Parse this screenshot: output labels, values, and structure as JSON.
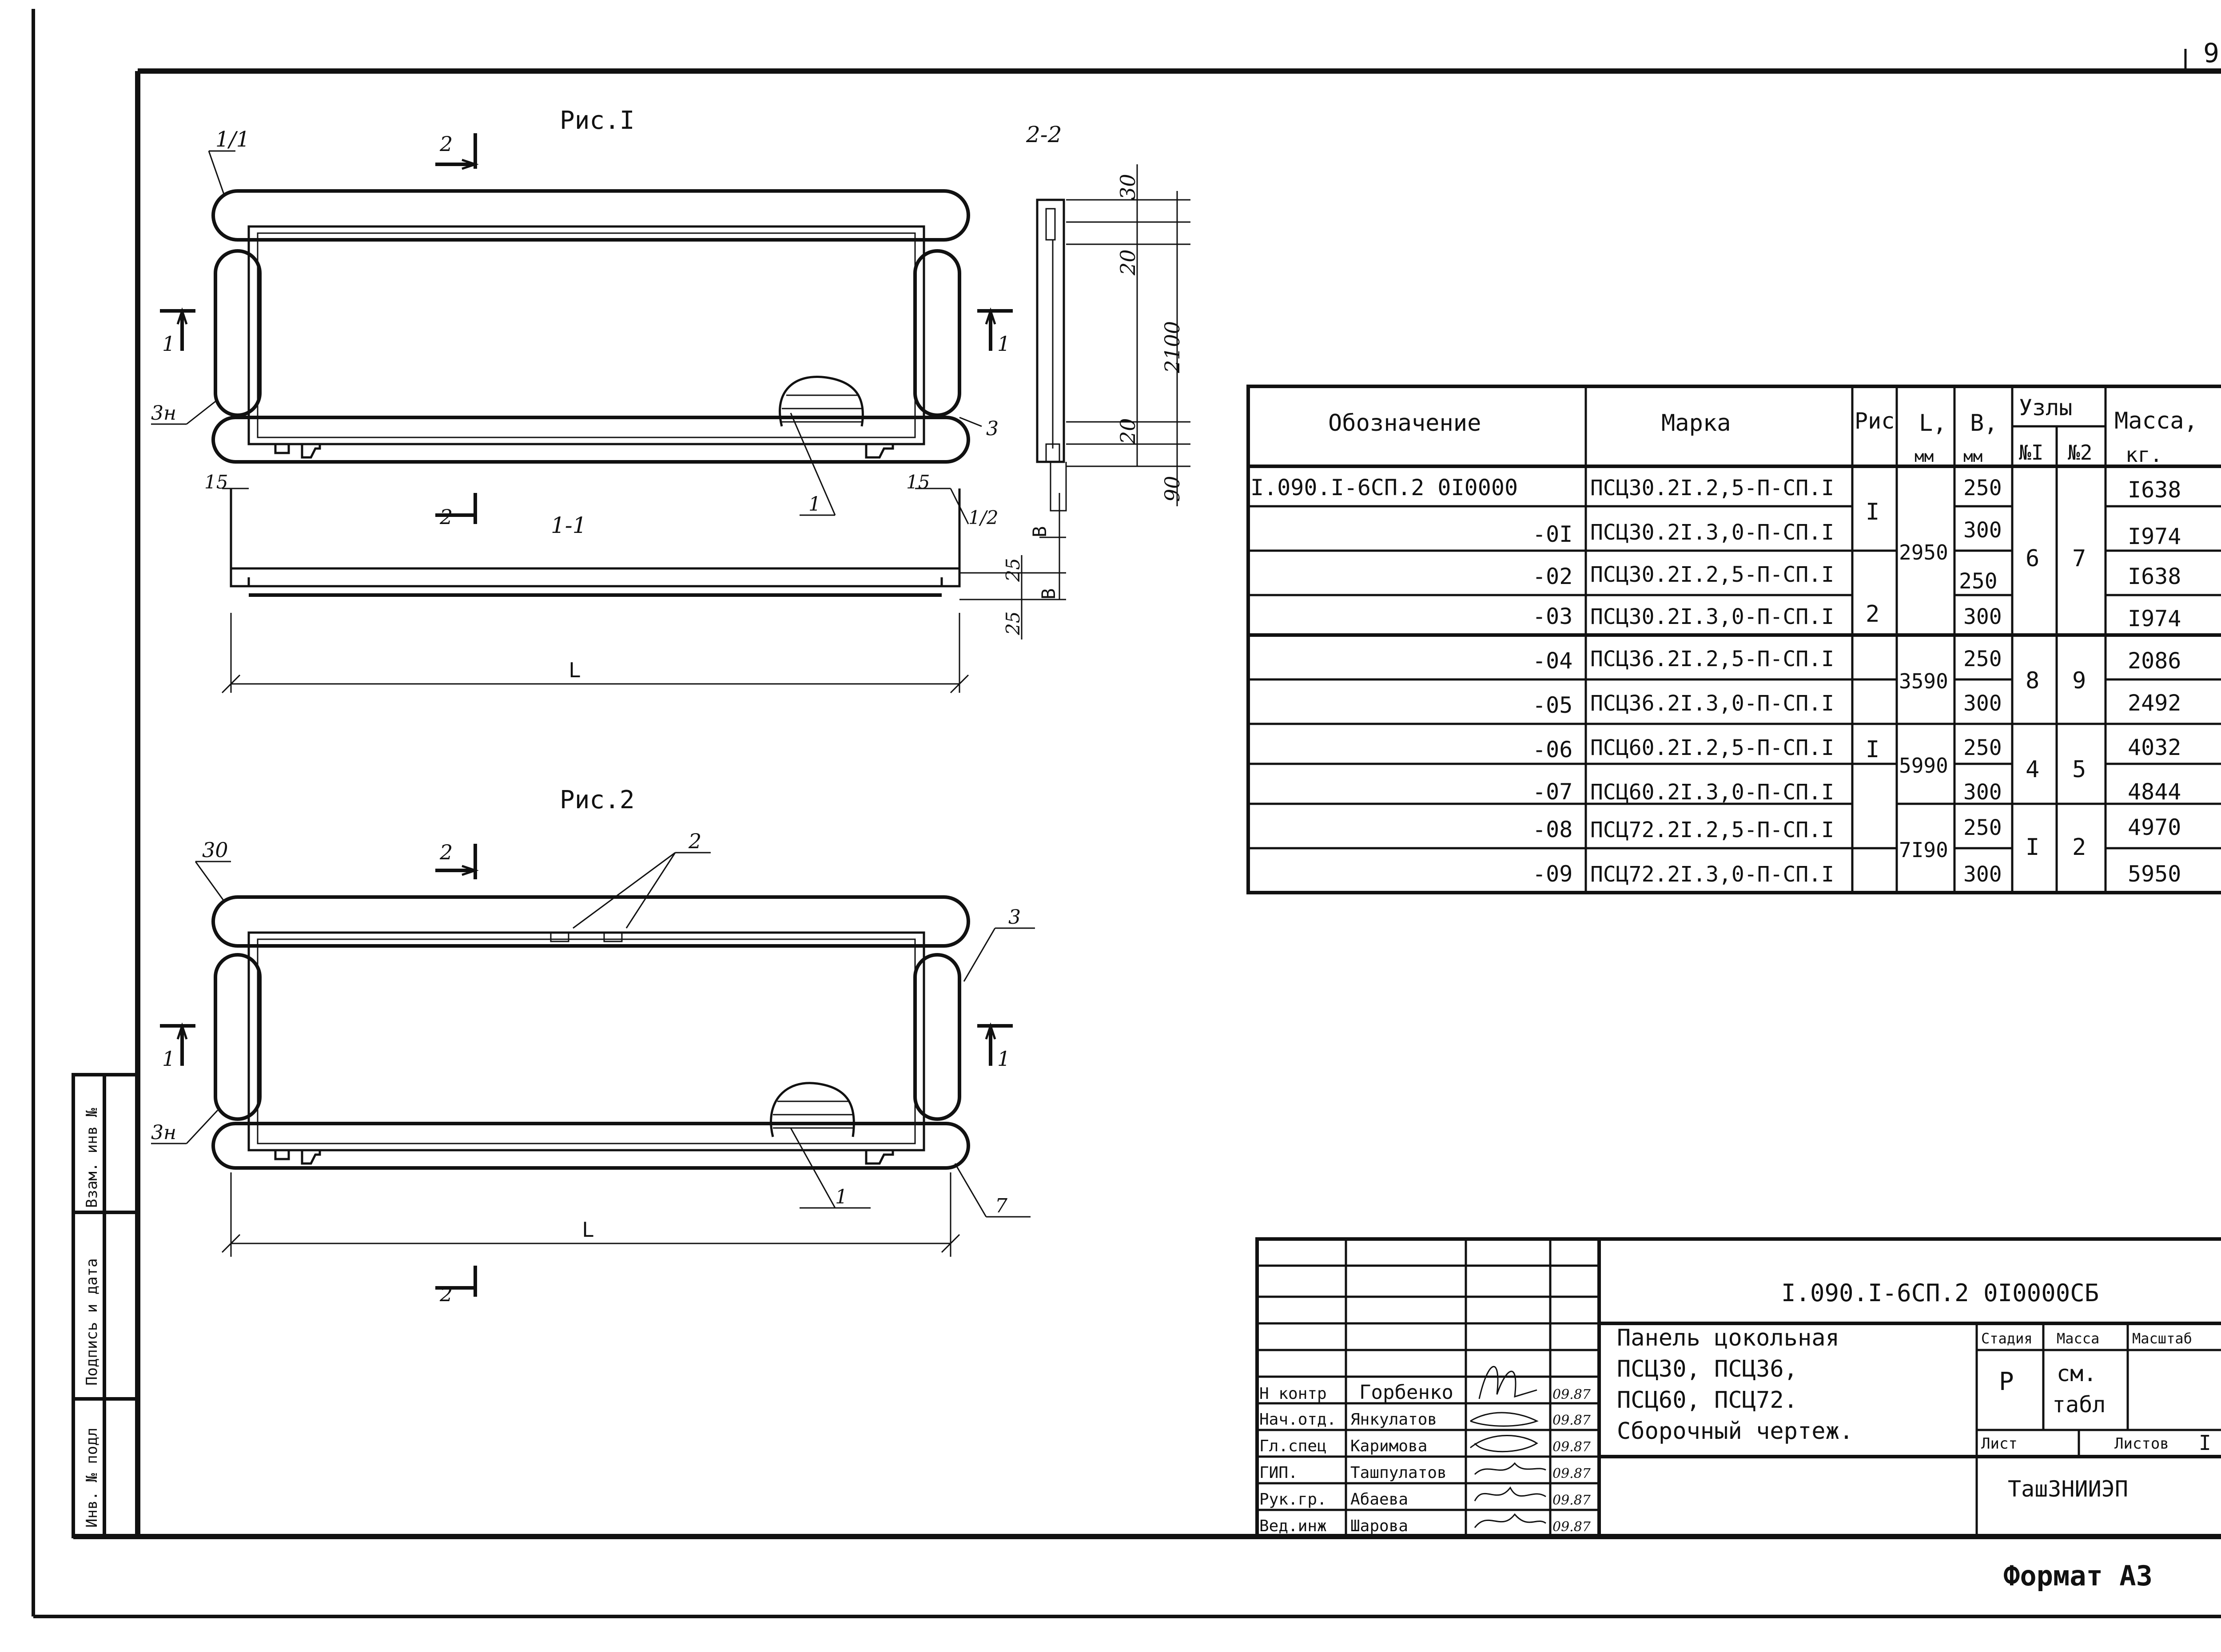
{
  "page_number": "9",
  "format_label": "Формат А3",
  "figures": {
    "fig1_title": "Рис.I",
    "fig2_title": "Рис.2",
    "section_22": "2-2",
    "section_11": "1-1",
    "section_mark_1": "1",
    "section_mark_2": "2",
    "fig1_labels": {
      "top_left": "1/1",
      "left": "3н",
      "right": "3",
      "bottom": "1",
      "small_right": "1/2"
    },
    "fig2_labels": {
      "top_left": "30",
      "top_mid": "2",
      "left": "3н",
      "right": "3",
      "bottom": "1",
      "bottom_right": "7"
    },
    "dim_L": "L",
    "dim_B": "B",
    "dims_22": [
      "30",
      "20",
      "2100",
      "20",
      "90"
    ],
    "dims_11": [
      "15",
      "15",
      "25",
      "25"
    ]
  },
  "table": {
    "headers": {
      "designation": "Обозначение",
      "mark": "Марка",
      "fig": "Рис",
      "L": "L,",
      "L_unit": "мм",
      "B": "B,",
      "B_unit": "мм",
      "nodes": "Узлы",
      "node1": "№I",
      "node2": "№2",
      "mass": "Масса,",
      "mass_unit": "кг."
    },
    "rows": [
      {
        "designation": "I.090.I-6СП.2  0I0000",
        "mark": "ПСЦ30.2I.2,5-П-СП.I",
        "B": "250",
        "mass": "I638"
      },
      {
        "designation": "-0I",
        "mark": "ПСЦ30.2I.3,0-П-СП.I",
        "B": "300",
        "mass": "I974"
      },
      {
        "designation": "-02",
        "mark": "ПСЦ30.2I.2,5-П-СП.I",
        "B": "250",
        "mass": "I638"
      },
      {
        "designation": "-03",
        "mark": "ПСЦ30.2I.3,0-П-СП.I",
        "B": "300",
        "mass": "I974"
      },
      {
        "designation": "-04",
        "mark": "ПСЦ36.2I.2,5-П-СП.I",
        "B": "250",
        "mass": "2086"
      },
      {
        "designation": "-05",
        "mark": "ПСЦ36.2I.3,0-П-СП.I",
        "B": "300",
        "mass": "2492"
      },
      {
        "designation": "-06",
        "mark": "ПСЦ60.2I.2,5-П-СП.I",
        "B": "250",
        "mass": "4032"
      },
      {
        "designation": "-07",
        "mark": "ПСЦ60.2I.3,0-П-СП.I",
        "B": "300",
        "mass": "4844"
      },
      {
        "designation": "-08",
        "mark": "ПСЦ72.2I.2,5-П-СП.I",
        "B": "250",
        "mass": "4970"
      },
      {
        "designation": "-09",
        "mark": "ПСЦ72.2I.3,0-П-СП.I",
        "B": "300",
        "mass": "5950"
      }
    ],
    "fig_groups": [
      "I",
      "2",
      "I"
    ],
    "L_groups": [
      "2950",
      "3590",
      "5990",
      "7I90"
    ],
    "node1_groups": [
      "6",
      "8",
      "4",
      "I"
    ],
    "node2_groups": [
      "7",
      "9",
      "5",
      "2"
    ]
  },
  "title_block": {
    "doc_code": "I.090.I-6СП.2  0I0000СБ",
    "title_lines": [
      "Панель цокольная",
      "ПСЦ30, ПСЦ36,",
      "ПСЦ60, ПСЦ72.",
      "Сборочный чертеж."
    ],
    "stage_label": "Стадия",
    "mass_label": "Масса",
    "scale_label": "Масштаб",
    "stage_value": "Р",
    "mass_value_1": "см.",
    "mass_value_2": "табл",
    "sheet_label": "Лист",
    "sheets_label": "Листов",
    "sheets_value": "I",
    "organization": "ТашЗНИИЭП",
    "signatures": [
      {
        "role": "Н контр",
        "name": "Горбенко",
        "date": "09.87"
      },
      {
        "role": "Нач.отд.",
        "name": "Янкулатов",
        "date": "09.87"
      },
      {
        "role": "Гл.спец",
        "name": "Каримова",
        "date": "09.87"
      },
      {
        "role": "ГИП.",
        "name": "Ташпулатов",
        "date": "09.87"
      },
      {
        "role": "Рук.гр.",
        "name": "Абаева",
        "date": "09.87"
      },
      {
        "role": "Вед.инж",
        "name": "Шарова",
        "date": "09.87"
      }
    ]
  },
  "side_stamp": {
    "inv_no": "Инв. № подл",
    "signature_date": "Подпись и дата",
    "replace_inv": "Взам. инв №"
  }
}
